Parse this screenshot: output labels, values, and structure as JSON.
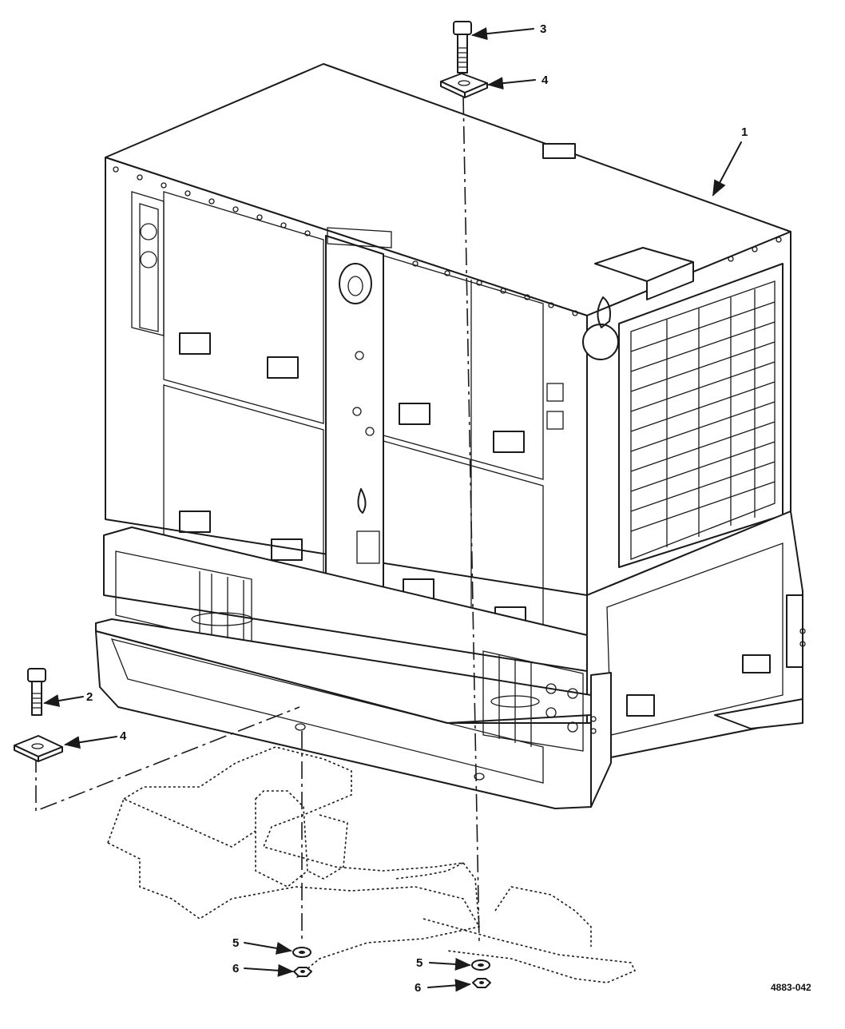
{
  "callouts": [
    {
      "id": "c1",
      "label": "1"
    },
    {
      "id": "c2",
      "label": "2"
    },
    {
      "id": "c3",
      "label": "3"
    },
    {
      "id": "c4a",
      "label": "4"
    },
    {
      "id": "c4b",
      "label": "4"
    },
    {
      "id": "c5a",
      "label": "5"
    },
    {
      "id": "c5b",
      "label": "5"
    },
    {
      "id": "c6a",
      "label": "6"
    },
    {
      "id": "c6b",
      "label": "6"
    }
  ],
  "figure_number": "4883-042",
  "colors": {
    "ink": "#1a1a1a",
    "paper": "#ffffff"
  }
}
